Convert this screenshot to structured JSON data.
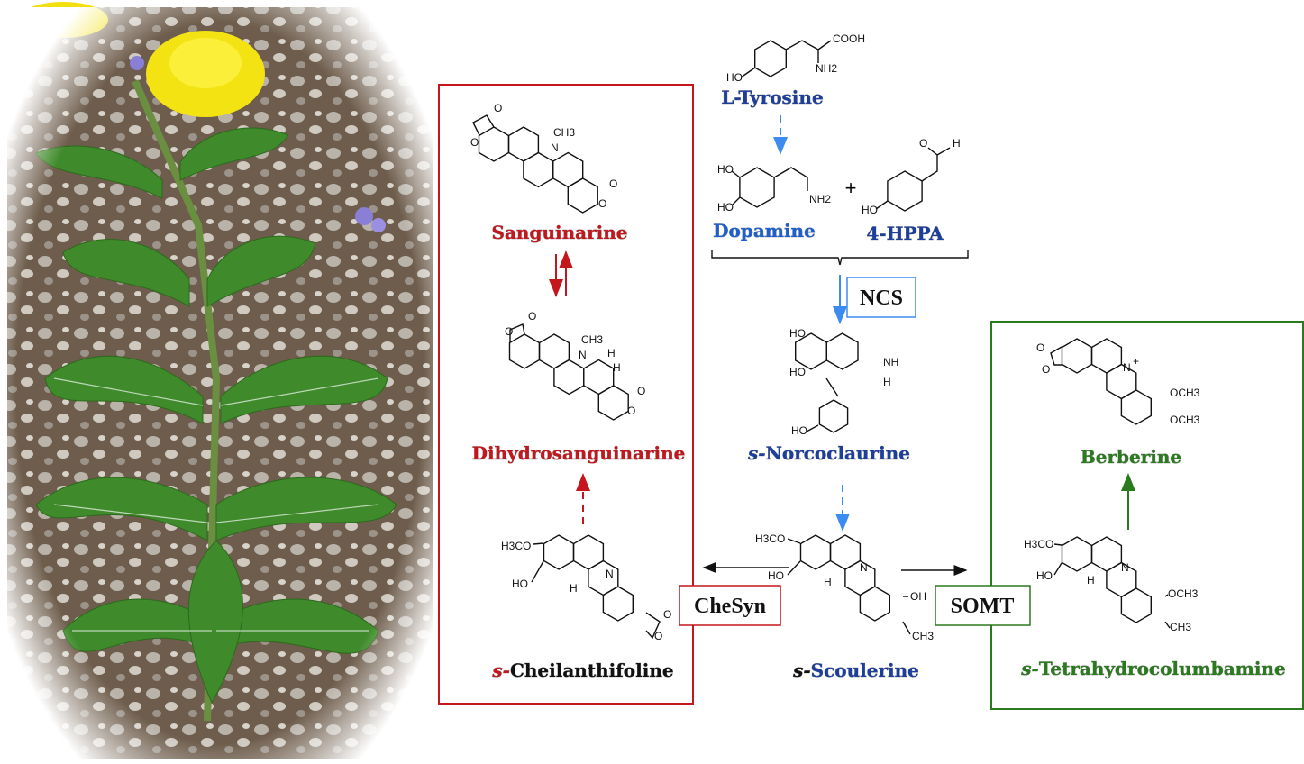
{
  "colors": {
    "blue": "#1c3f9e",
    "light_blue": "#3c8cf0",
    "red": "#c4161c",
    "green": "#2a7a1e",
    "dark": "#111111"
  },
  "compounds": {
    "tyrosine": {
      "name": "L-Tyrosine",
      "atoms": [
        "HO",
        "COOH",
        "NH2"
      ]
    },
    "dopamine": {
      "name": "Dopamine",
      "atoms": [
        "HO",
        "HO",
        "NH2"
      ]
    },
    "hppa": {
      "name": "4-HPPA",
      "atoms": [
        "O",
        "H",
        "HO"
      ]
    },
    "plus": "+",
    "norcoclaurine": {
      "prefix": "s-",
      "name": "Norcoclaurine",
      "atoms": [
        "HO",
        "HO",
        "NH",
        "H",
        "HO"
      ]
    },
    "scoulerine": {
      "prefix": "s-",
      "name": "Scoulerine",
      "atoms": [
        "H3CO",
        "HO",
        "N",
        "H",
        "OH",
        "CH3"
      ]
    },
    "sanguinarine": {
      "name": "Sanguinarine",
      "atoms": [
        "O",
        "O",
        "N",
        "CH3",
        "O",
        "O"
      ]
    },
    "dihydrosanguinarine": {
      "name": "Dihydrosanguinarine",
      "atoms": [
        "O",
        "O",
        "N",
        "CH3",
        "H",
        "H",
        "O",
        "O"
      ]
    },
    "cheilanthifoline": {
      "prefix": "s-",
      "name": "Cheilanthifoline",
      "atoms": [
        "H3CO",
        "HO",
        "N",
        "H",
        "O",
        "O"
      ]
    },
    "berberine": {
      "name": "Berberine",
      "atoms": [
        "O",
        "O",
        "N",
        "+",
        "OCH3",
        "OCH3"
      ]
    },
    "tetrahydrocolumbamine": {
      "prefix": "s-",
      "name": "Tetrahydrocolumbamine",
      "atoms": [
        "H3CO",
        "HO",
        "N",
        "H",
        "OCH3",
        "CH3"
      ]
    }
  },
  "enzymes": {
    "ncs": "NCS",
    "chesyn": "CheSyn",
    "somt": "SOMT"
  }
}
